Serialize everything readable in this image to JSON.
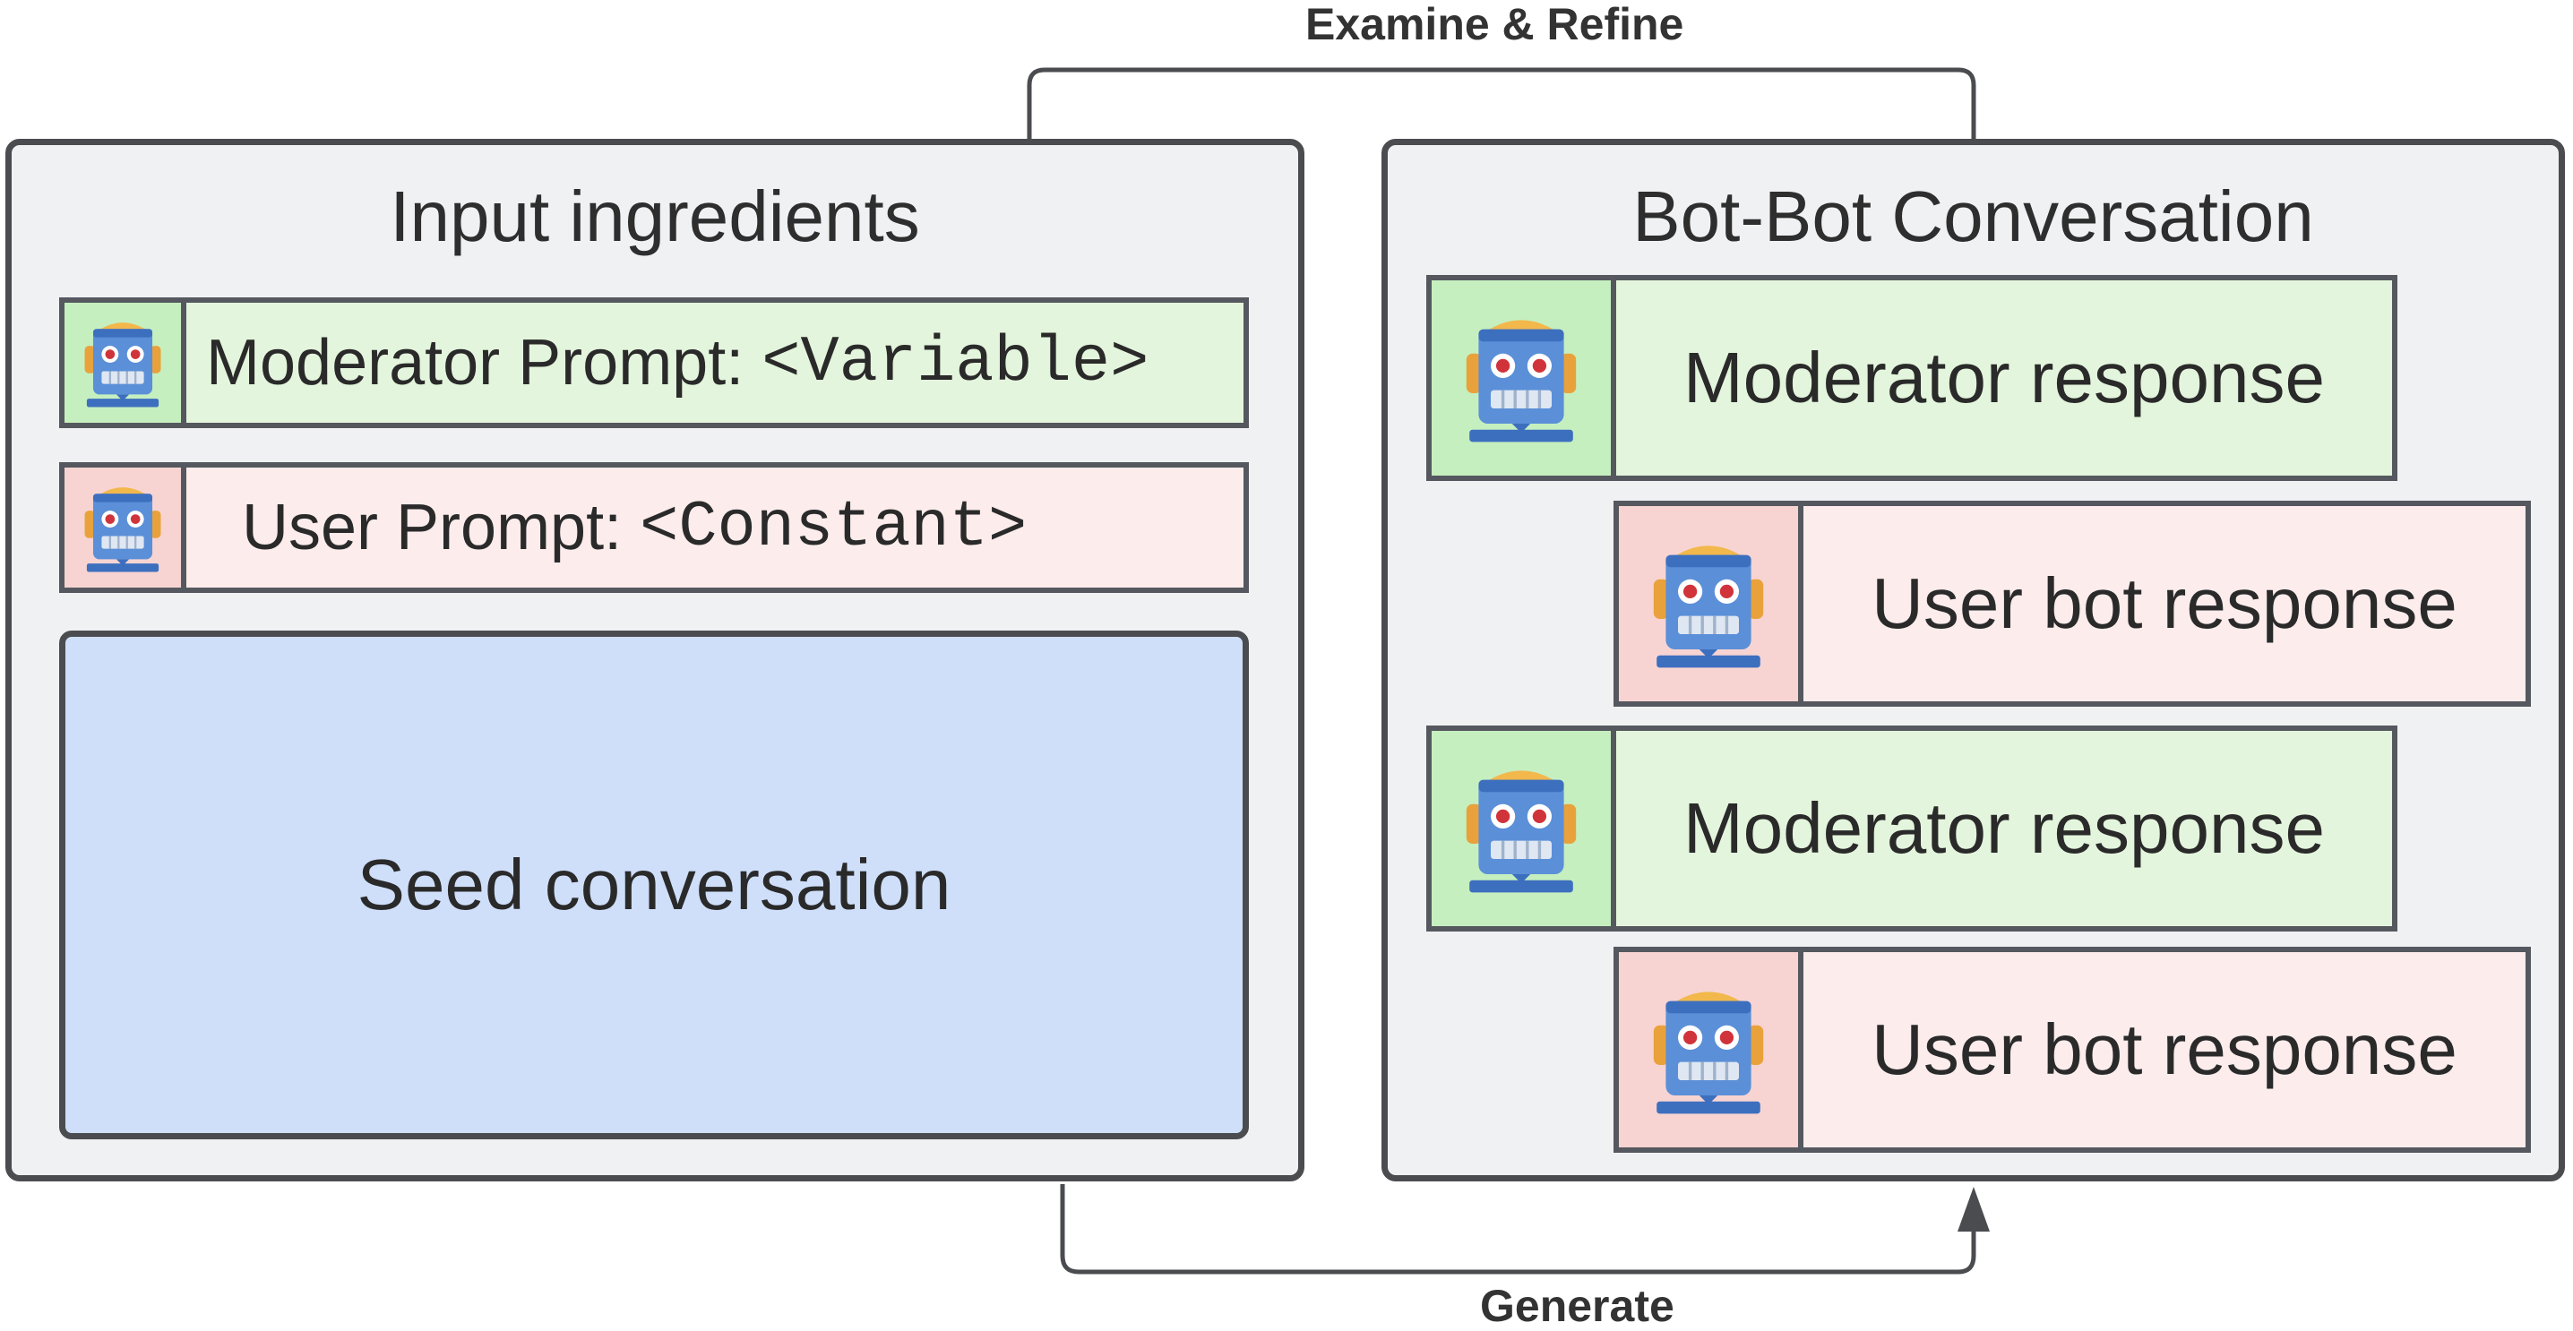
{
  "loop_labels": {
    "top": "Examine & Refine",
    "bottom": "Generate"
  },
  "left_panel": {
    "title": "Input ingredients",
    "moderator_prompt": {
      "label": "Moderator Prompt:",
      "value": "<Variable>"
    },
    "user_prompt": {
      "label": "User Prompt:",
      "value": "<Constant>"
    },
    "seed": "Seed conversation"
  },
  "right_panel": {
    "title": "Bot-Bot Conversation",
    "turns": [
      {
        "role": "moderator",
        "text": "Moderator response"
      },
      {
        "role": "user",
        "text": "User bot response"
      },
      {
        "role": "moderator",
        "text": "Moderator response"
      },
      {
        "role": "user",
        "text": "User bot response"
      }
    ]
  },
  "colors": {
    "panel_bg": "#f0f1f3",
    "moderator_bg": "#e3f5dc",
    "moderator_avatar_bg": "#c6efc0",
    "user_bg": "#fcecec",
    "user_avatar_bg": "#f7d4d2",
    "seed_bg": "#cfdffa",
    "stroke": "#4a4c50"
  },
  "icons": [
    "robot-icon"
  ]
}
